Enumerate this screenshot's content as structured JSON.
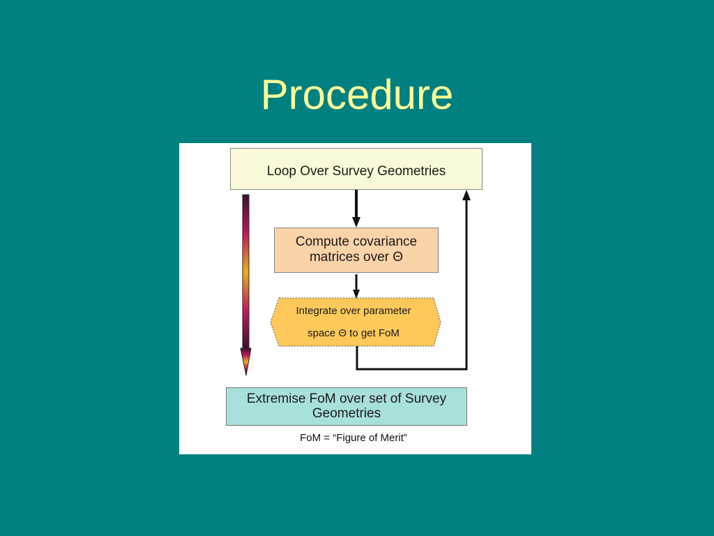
{
  "slide": {
    "title": "Procedure"
  },
  "diagram": {
    "loop_box": "Loop Over Survey Geometries",
    "compute_box": {
      "line1": "Compute covariance",
      "line2": "matrices over Θ"
    },
    "integrate_box": {
      "line1": "Integrate over parameter",
      "line2": "space Θ to get FoM"
    },
    "extremise_box": {
      "line1": "Extremise FoM over set of Survey",
      "line2": "Geometries"
    },
    "footnote": "FoM = “Figure of Merit”"
  },
  "colors": {
    "background": "#008080",
    "title": "#ffff99",
    "loop_box": "#fafad8",
    "compute_box": "#fbd3a8",
    "integrate_box": "#fec95a",
    "extremise_box": "#a8e0dc"
  }
}
